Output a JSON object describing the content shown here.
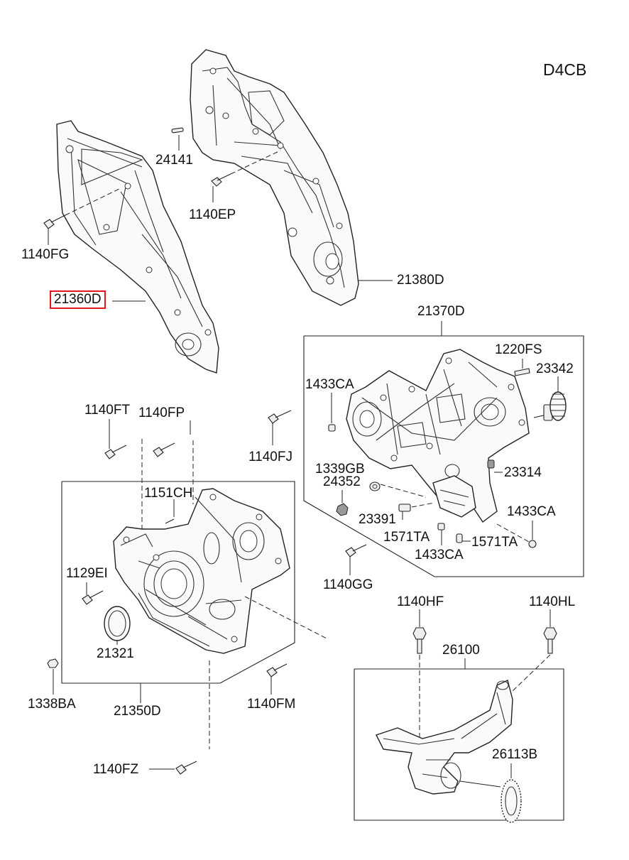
{
  "engine_code": "D4CB",
  "selected_part": "21360D",
  "labels": {
    "p24141": "24141",
    "p1140EP": "1140EP",
    "p1140FG": "1140FG",
    "p21360D": "21360D",
    "p21380D": "21380D",
    "p21370D": "21370D",
    "p1220FS": "1220FS",
    "p23342": "23342",
    "p1433CA_a": "1433CA",
    "p1140FT": "1140FT",
    "p1140FP": "1140FP",
    "p1140FJ": "1140FJ",
    "p1339GB": "1339GB",
    "p24352": "24352",
    "p23314": "23314",
    "p1151CH": "1151CH",
    "p23391": "23391",
    "p1433CA_b": "1433CA",
    "p1571TA_a": "1571TA",
    "p1571TA_b": "1571TA",
    "p1433CA_c": "1433CA",
    "p1140GG": "1140GG",
    "p1129EI": "1129EI",
    "p21321": "21321",
    "p1140HF": "1140HF",
    "p1140HL": "1140HL",
    "p26100": "26100",
    "p1338BA": "1338BA",
    "p21350D": "21350D",
    "p1140FM": "1140FM",
    "p26113B": "26113B",
    "p1140FZ": "1140FZ"
  },
  "colors": {
    "highlight": "#e4161b",
    "line": "#222222"
  }
}
